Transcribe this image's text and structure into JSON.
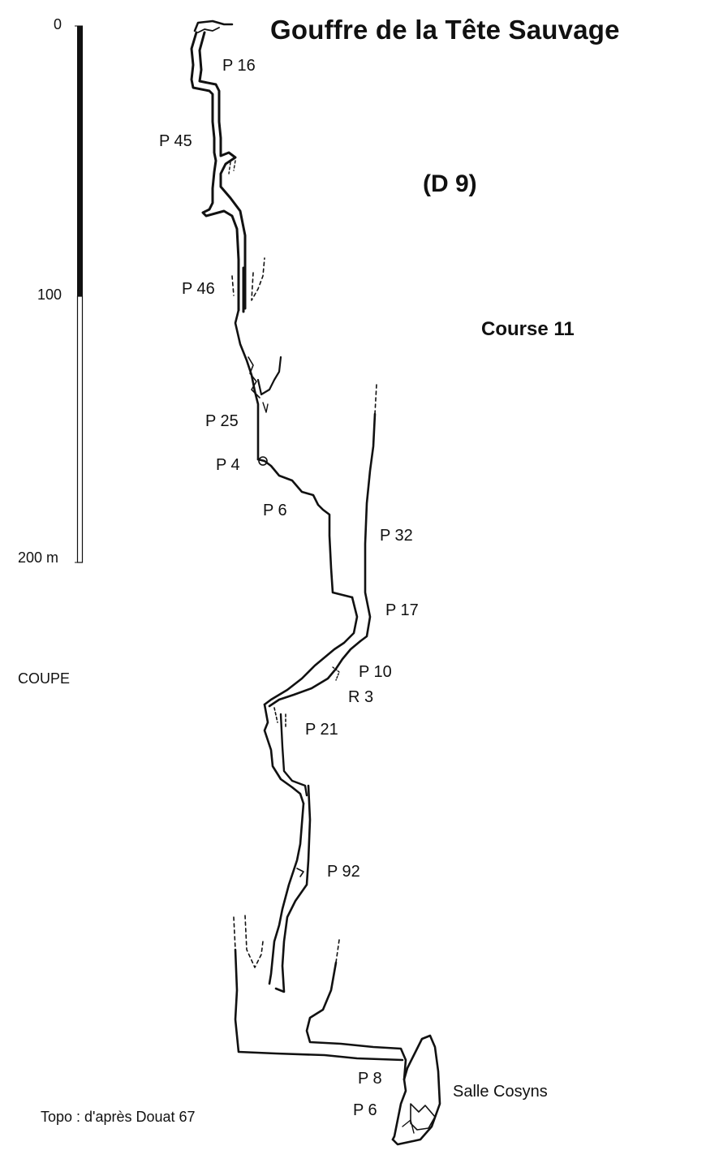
{
  "title": "Gouffre de la Tête Sauvage",
  "code": "(D 9)",
  "course": "Course 11",
  "view": "COUPE",
  "credit": "Topo : d'après Douat 67",
  "scale": {
    "labels": [
      "0",
      "100",
      "200 m"
    ]
  },
  "pitches": [
    "P 16",
    "P 45",
    "P 46",
    "P 25",
    "P 4",
    "P 6",
    "P 32",
    "P 17",
    "P 10",
    "R 3",
    "P 21",
    "P 92",
    "P 8",
    "P 6"
  ],
  "room": "Salle Cosyns",
  "colors": {
    "ink": "#111111",
    "paper": "#ffffff"
  }
}
